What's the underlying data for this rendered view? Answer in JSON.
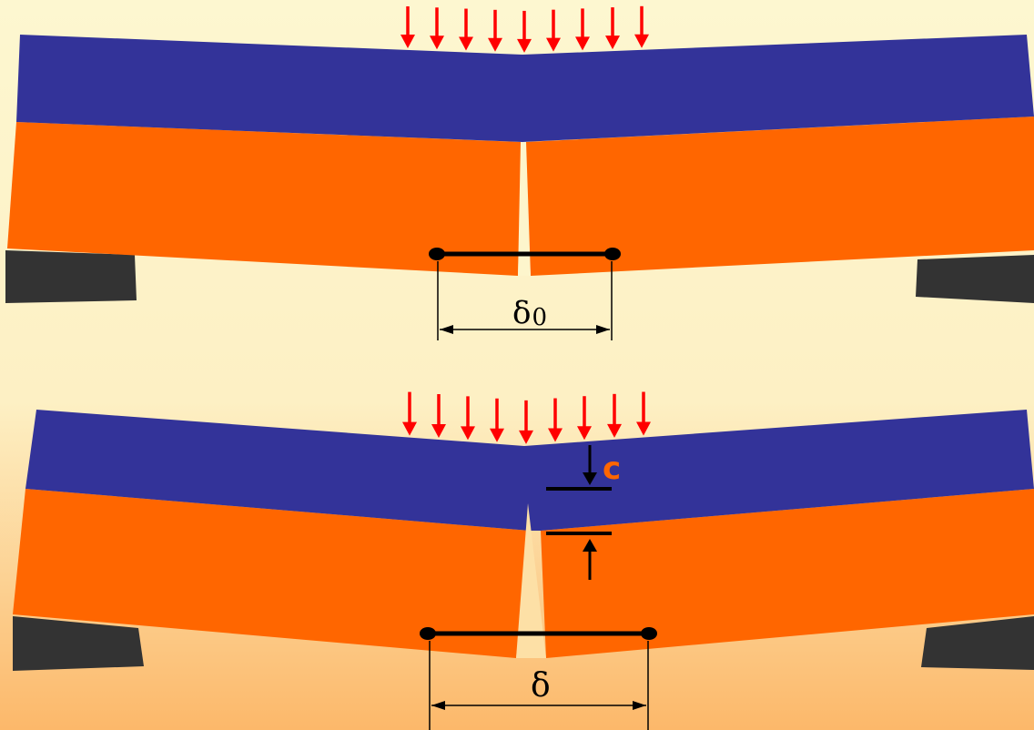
{
  "labels": {
    "delta_top": "δ",
    "delta_top_subscript": "0",
    "delta_bottom": "δ",
    "compression_depth": "c"
  },
  "colors": {
    "background_top": "#fdf7d0",
    "background_bottom": "#fcb86a",
    "compression_layer": "#333399",
    "tension_layer": "#ff6600",
    "support": "#333333",
    "load_arrow": "#ff0000",
    "dimension": "#000000",
    "label_c": "#ff6600"
  },
  "icons": {
    "load": "down-arrow-icon",
    "support": "support-block",
    "gauge": "gauge-bar-with-endpoints"
  }
}
